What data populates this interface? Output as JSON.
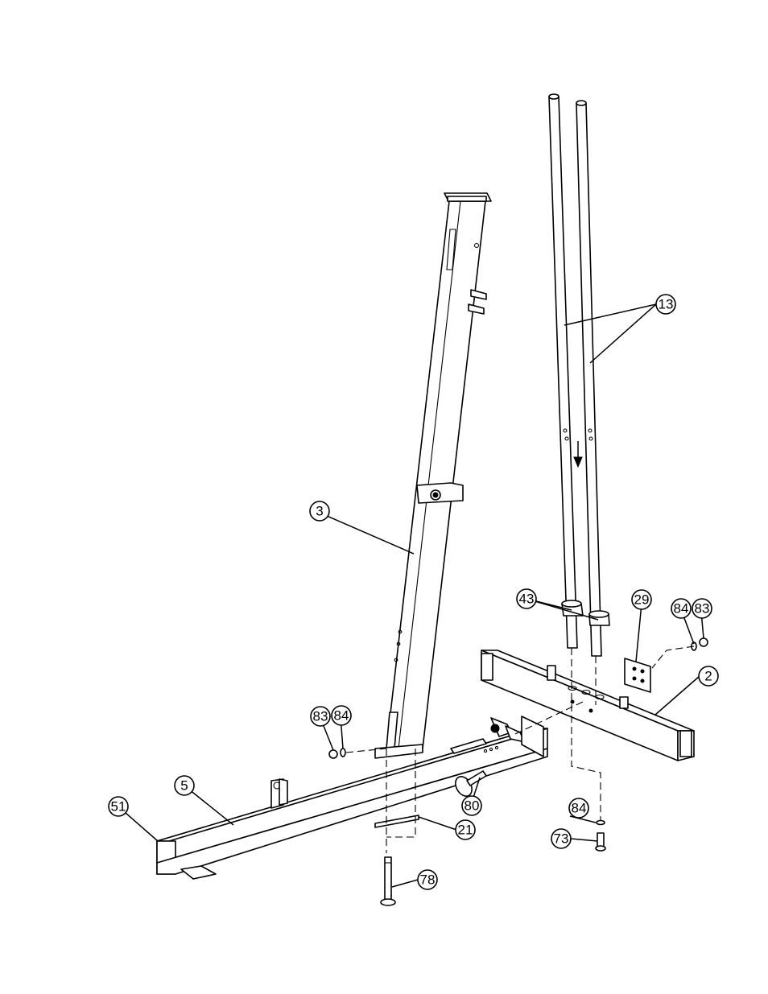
{
  "callouts": [
    {
      "id": "c13",
      "label": "13"
    },
    {
      "id": "c3",
      "label": "3"
    },
    {
      "id": "c43",
      "label": "43"
    },
    {
      "id": "c29",
      "label": "29"
    },
    {
      "id": "c84a",
      "label": "84"
    },
    {
      "id": "c83a",
      "label": "83"
    },
    {
      "id": "c2",
      "label": "2"
    },
    {
      "id": "c83b",
      "label": "83"
    },
    {
      "id": "c84b",
      "label": "84"
    },
    {
      "id": "c5",
      "label": "5"
    },
    {
      "id": "c51",
      "label": "51"
    },
    {
      "id": "c80",
      "label": "80"
    },
    {
      "id": "c21",
      "label": "21"
    },
    {
      "id": "c84c",
      "label": "84"
    },
    {
      "id": "c73",
      "label": "73"
    },
    {
      "id": "c78",
      "label": "78"
    }
  ]
}
